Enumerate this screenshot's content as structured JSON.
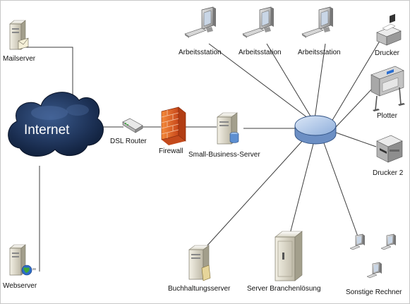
{
  "diagram": {
    "cloud_label": "Internet",
    "nodes": {
      "mailserver": "Mailserver",
      "webserver": "Webserver",
      "dsl_router": "DSL Router",
      "firewall": "Firewall",
      "sbs": "Small-Business-Server",
      "ws1": "Arbeitsstation",
      "ws2": "Arbeitsstation",
      "ws3": "Arbeitsstation",
      "drucker": "Drucker",
      "plotter": "Plotter",
      "drucker2": "Drucker 2",
      "buchhaltung": "Buchhaltungsserver",
      "branchen": "Server Branchenlösung",
      "sonstige": "Sonstige Rechner"
    }
  }
}
